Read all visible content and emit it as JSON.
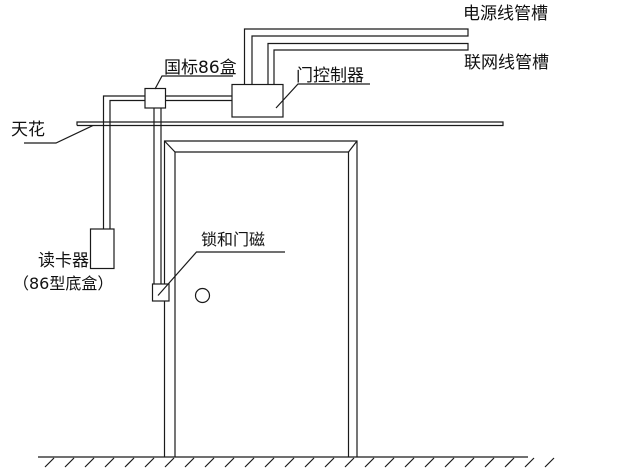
{
  "diagram": {
    "labels": {
      "power_conduit": "电源线管槽",
      "network_conduit": "联网线管槽",
      "gb86_box": "国标86盒",
      "door_controller": "门控制器",
      "ceiling": "天花",
      "card_reader": "读卡器",
      "card_reader_note": "（86型底盒）",
      "lock_door_magnet": "锁和门磁"
    },
    "colors": {
      "line": "#1a1a1a",
      "background": "#ffffff"
    }
  }
}
